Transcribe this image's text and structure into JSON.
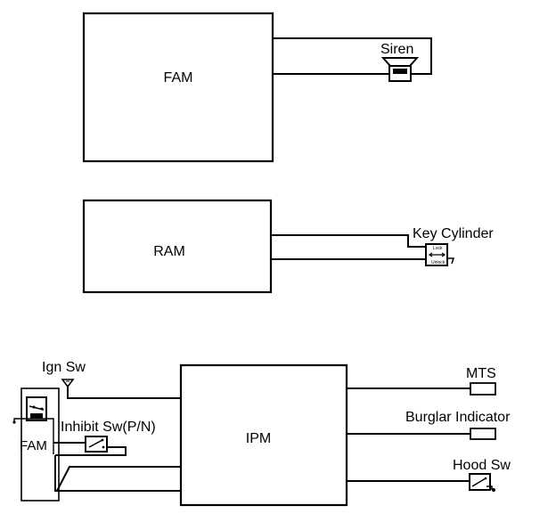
{
  "diagram": {
    "modules": {
      "fam": {
        "label": "FAM"
      },
      "ram": {
        "label": "RAM"
      },
      "ipm": {
        "label": "IPM"
      },
      "fam_small": {
        "label": "FAM"
      }
    },
    "components": {
      "siren": {
        "label": "Siren"
      },
      "key_cylinder": {
        "label": "Key Cylinder",
        "positions": [
          "Lock",
          "Unlock"
        ]
      },
      "ign_sw": {
        "label": "Ign Sw"
      },
      "inhibit_sw": {
        "label": "Inhibit Sw(P/N)"
      },
      "mts": {
        "label": "MTS"
      },
      "burglar_indicator": {
        "label": "Burglar Indicator"
      },
      "hood_sw": {
        "label": "Hood Sw"
      }
    }
  }
}
